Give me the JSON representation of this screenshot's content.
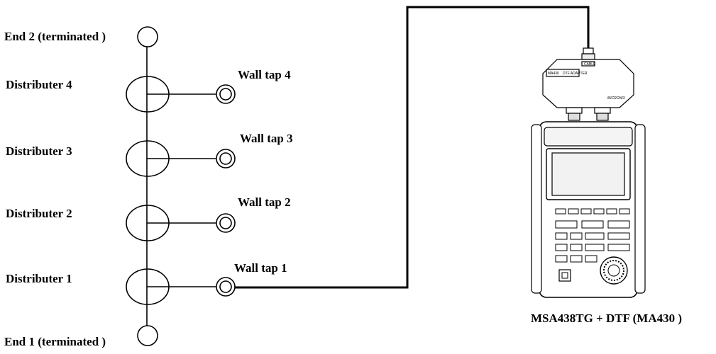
{
  "labels": {
    "end2": "End 2 (terminated )",
    "end1": "End 1 (terminated )",
    "distributer4": "Distributer 4",
    "distributer3": "Distributer 3",
    "distributer2": "Distributer 2",
    "distributer1": "Distributer 1",
    "walltap4": "Wall tap 4",
    "walltap3": "Wall tap 3",
    "walltap2": "Wall tap 2",
    "walltap1": "Wall tap 1",
    "instrument": "MSA438TG + DTF (MA430 )"
  },
  "device": {
    "adapter_model": "MA430",
    "adapter_text": "DTF ADAPTER",
    "brand_text": "MICRONIX",
    "cable_text": "CABLE"
  }
}
